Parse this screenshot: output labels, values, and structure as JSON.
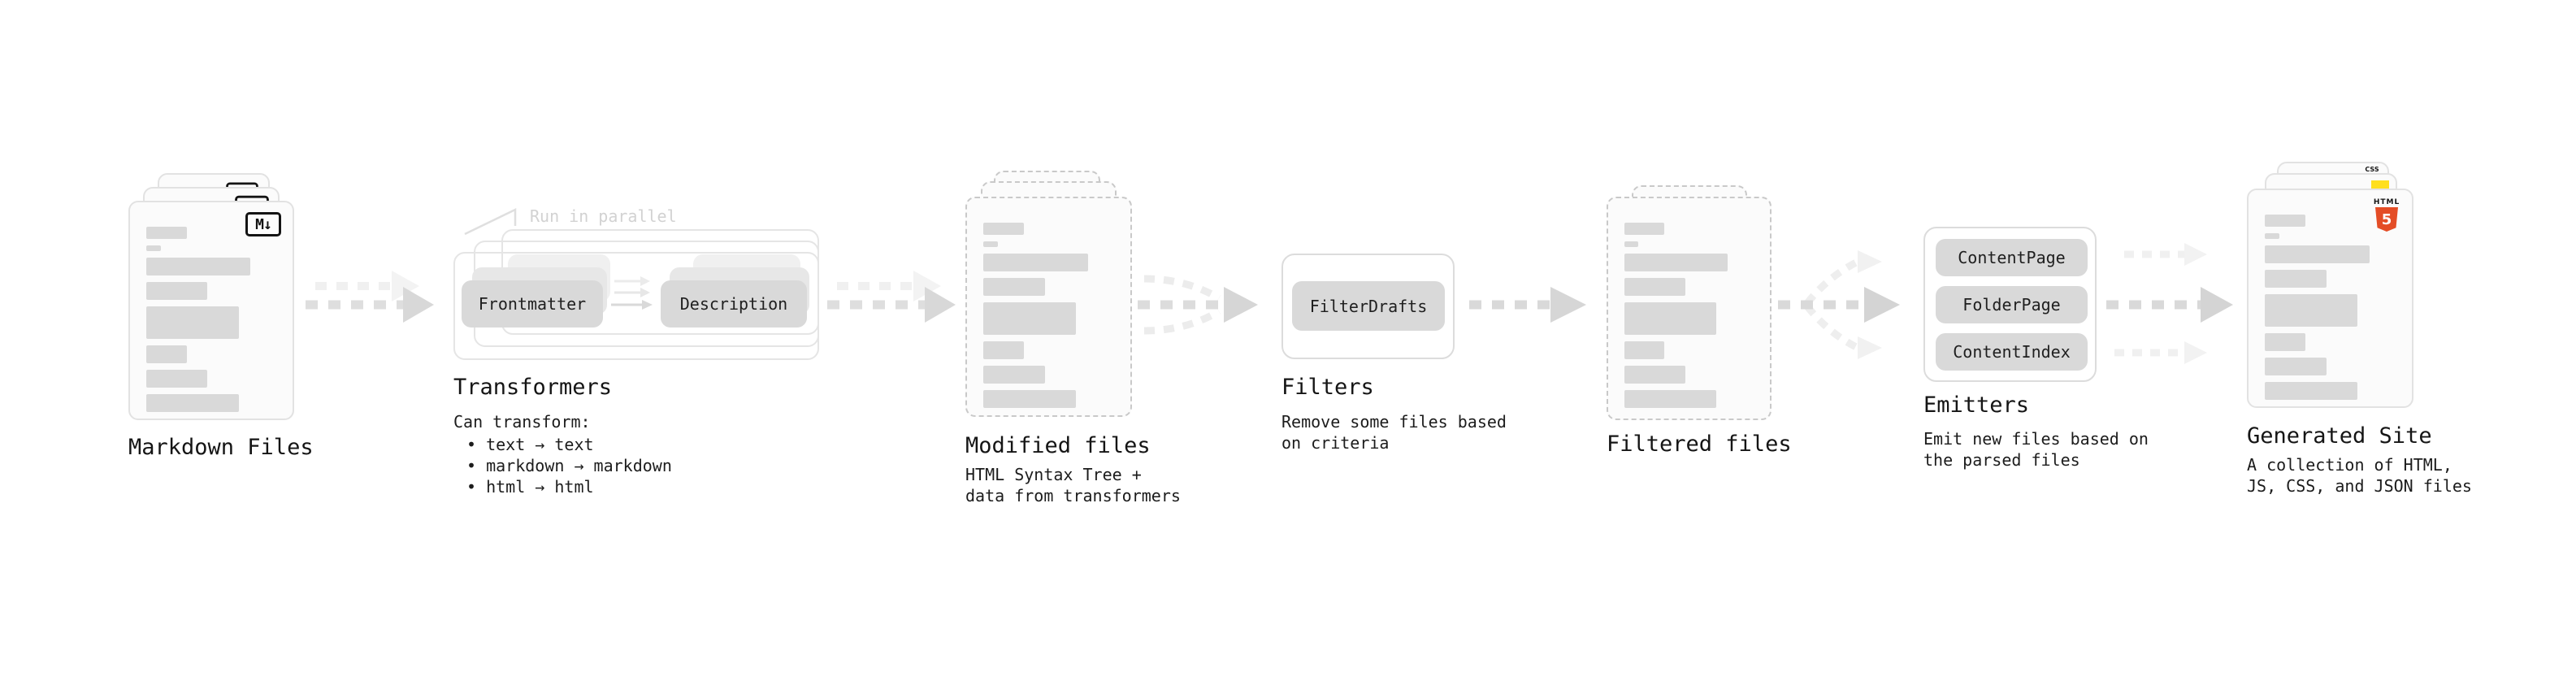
{
  "stages": {
    "markdown": {
      "label": "Markdown Files",
      "icon": "M↓"
    },
    "transformers": {
      "label": "Transformers",
      "annotation": "Run in parallel",
      "pill_left": "Frontmatter",
      "pill_right": "Description",
      "desc_title": "Can transform:",
      "bullets": [
        "• text → text",
        "• markdown → markdown",
        "• html → html"
      ]
    },
    "modified": {
      "label": "Modified files",
      "desc": [
        "HTML Syntax Tree +",
        "data from transformers"
      ]
    },
    "filters": {
      "label": "Filters",
      "pill": "FilterDrafts",
      "desc": [
        "Remove some files based",
        "on criteria"
      ]
    },
    "filtered": {
      "label": "Filtered files"
    },
    "emitters": {
      "label": "Emitters",
      "pills": [
        "ContentPage",
        "FolderPage",
        "ContentIndex"
      ],
      "desc": [
        "Emit new files based on",
        "the parsed files"
      ]
    },
    "generated": {
      "label": "Generated Site",
      "desc": [
        "A collection of HTML,",
        "JS, CSS, and JSON files"
      ],
      "badges": {
        "css": "CSS",
        "html_word": "HTML",
        "html_number": "5"
      }
    }
  },
  "colors": {
    "html5_orange": "#e44d26",
    "js_yellow": "#ffdf1e",
    "css_blue": "#2965f1",
    "ink": "#1a1a1a",
    "pill_gray": "#d9d9d9",
    "arrow_gray": "#d6d6d6",
    "annotation_gray": "#d2d2d2"
  }
}
